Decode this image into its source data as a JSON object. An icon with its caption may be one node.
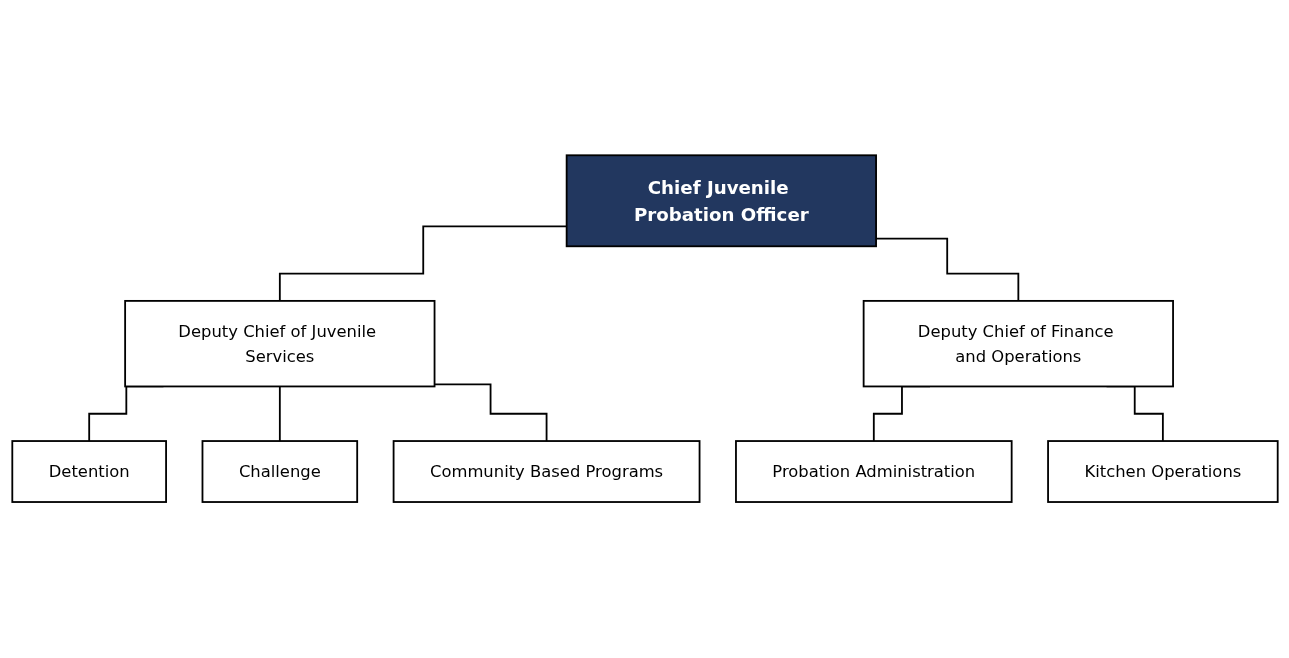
{
  "diagram": {
    "nodes": [
      {
        "text": [
          "Chief Juvenile Probation Officer"
        ]
      },
      {
        "text": [
          "Deputy Chief of Juvenile Services"
        ]
      },
      {
        "text": [
          "Deputy Chief of Finance and Operations"
        ]
      },
      {
        "text": [
          "Detention"
        ]
      },
      {
        "text": [
          "Challenge"
        ]
      },
      {
        "text": [
          "Community Based Programs"
        ]
      },
      {
        "text": [
          "Probation Administration"
        ]
      },
      {
        "text": [
          "Kitchen Operations"
        ]
      }
    ],
    "edges": [
      {
        "from": 0,
        "to": 1,
        "arrow": "none"
      },
      {
        "from": 0,
        "to": 2,
        "arrow": "none"
      },
      {
        "from": 1,
        "to": 3,
        "arrow": "none"
      },
      {
        "from": 1,
        "to": 4,
        "arrow": "none"
      },
      {
        "from": 1,
        "to": 5,
        "arrow": "none"
      },
      {
        "from": 2,
        "to": 6,
        "arrow": "none"
      },
      {
        "from": 2,
        "to": 7,
        "arrow": "none"
      }
    ]
  }
}
